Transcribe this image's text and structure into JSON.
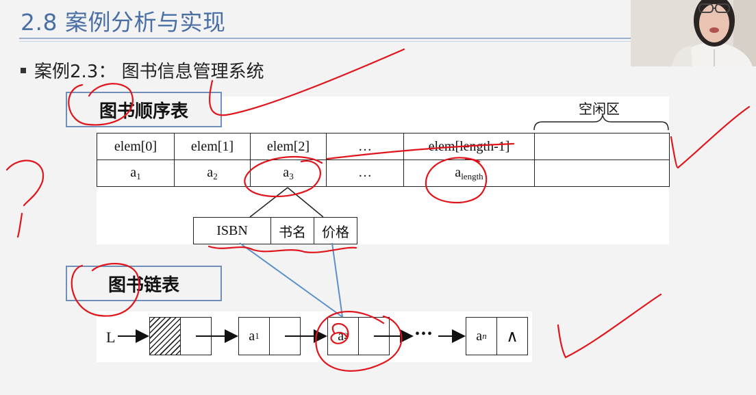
{
  "slide": {
    "title": "2.8 案例分析与实现",
    "bullet": "案例2.3： 图书信息管理系统"
  },
  "sequence_section": {
    "label": "图书顺序表",
    "free_area_label": "空闲区",
    "index_row": [
      "elem[0]",
      "elem[1]",
      "elem[2]",
      "…",
      "elem[length-1]",
      ""
    ],
    "value_row": [
      {
        "base": "a",
        "sub": "1"
      },
      {
        "base": "a",
        "sub": "2"
      },
      {
        "base": "a",
        "sub": "3"
      },
      {
        "base": "…",
        "sub": ""
      },
      {
        "base": "a",
        "sub": "length"
      },
      {
        "base": "",
        "sub": ""
      }
    ],
    "node_fields": [
      "ISBN",
      "书名",
      "价格"
    ]
  },
  "linked_section": {
    "label": "图书链表",
    "head_label": "L",
    "nodes": [
      {
        "base": "a",
        "sub": "1"
      },
      {
        "base": "a",
        "sub": "2"
      },
      {
        "base": "a",
        "sub": "n"
      }
    ],
    "ellipsis": "•••",
    "null_symbol": "∧"
  },
  "colors": {
    "title": "#4a6fa5",
    "label_border": "#6f8fb8",
    "connector": "#5b8fc7",
    "annotation": "#e0141b"
  },
  "icons": [
    "webcam-presenter",
    "hatched-head-cell",
    "arrow-icon"
  ]
}
